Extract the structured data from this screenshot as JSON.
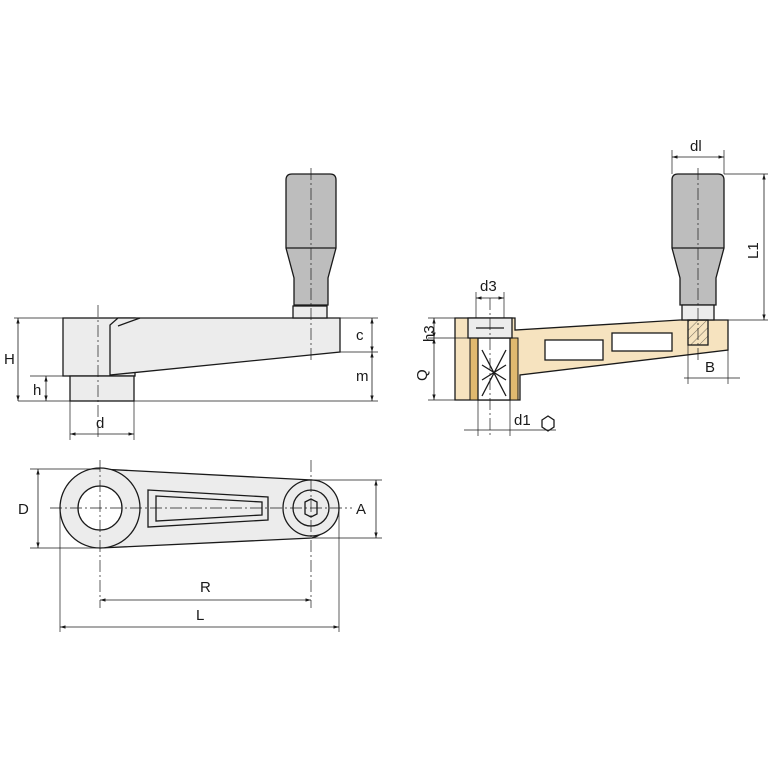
{
  "colors": {
    "line": "#1a1a1a",
    "body_fill": "#ececec",
    "grip_fill": "#bdbdbd",
    "section_fill": "#f6e3bf",
    "insert_fill": "#e0b96f"
  },
  "labels": {
    "H": "H",
    "h": "h",
    "d": "d",
    "c": "c",
    "m": "m",
    "dl": "dl",
    "L1": "L1",
    "d3": "d3",
    "h3": "h3",
    "Q": "Q",
    "B": "B",
    "d1": "d1",
    "D": "D",
    "A": "A",
    "R": "R",
    "L": "L"
  },
  "icons": {
    "hex_symbol": "hexagon-icon"
  }
}
